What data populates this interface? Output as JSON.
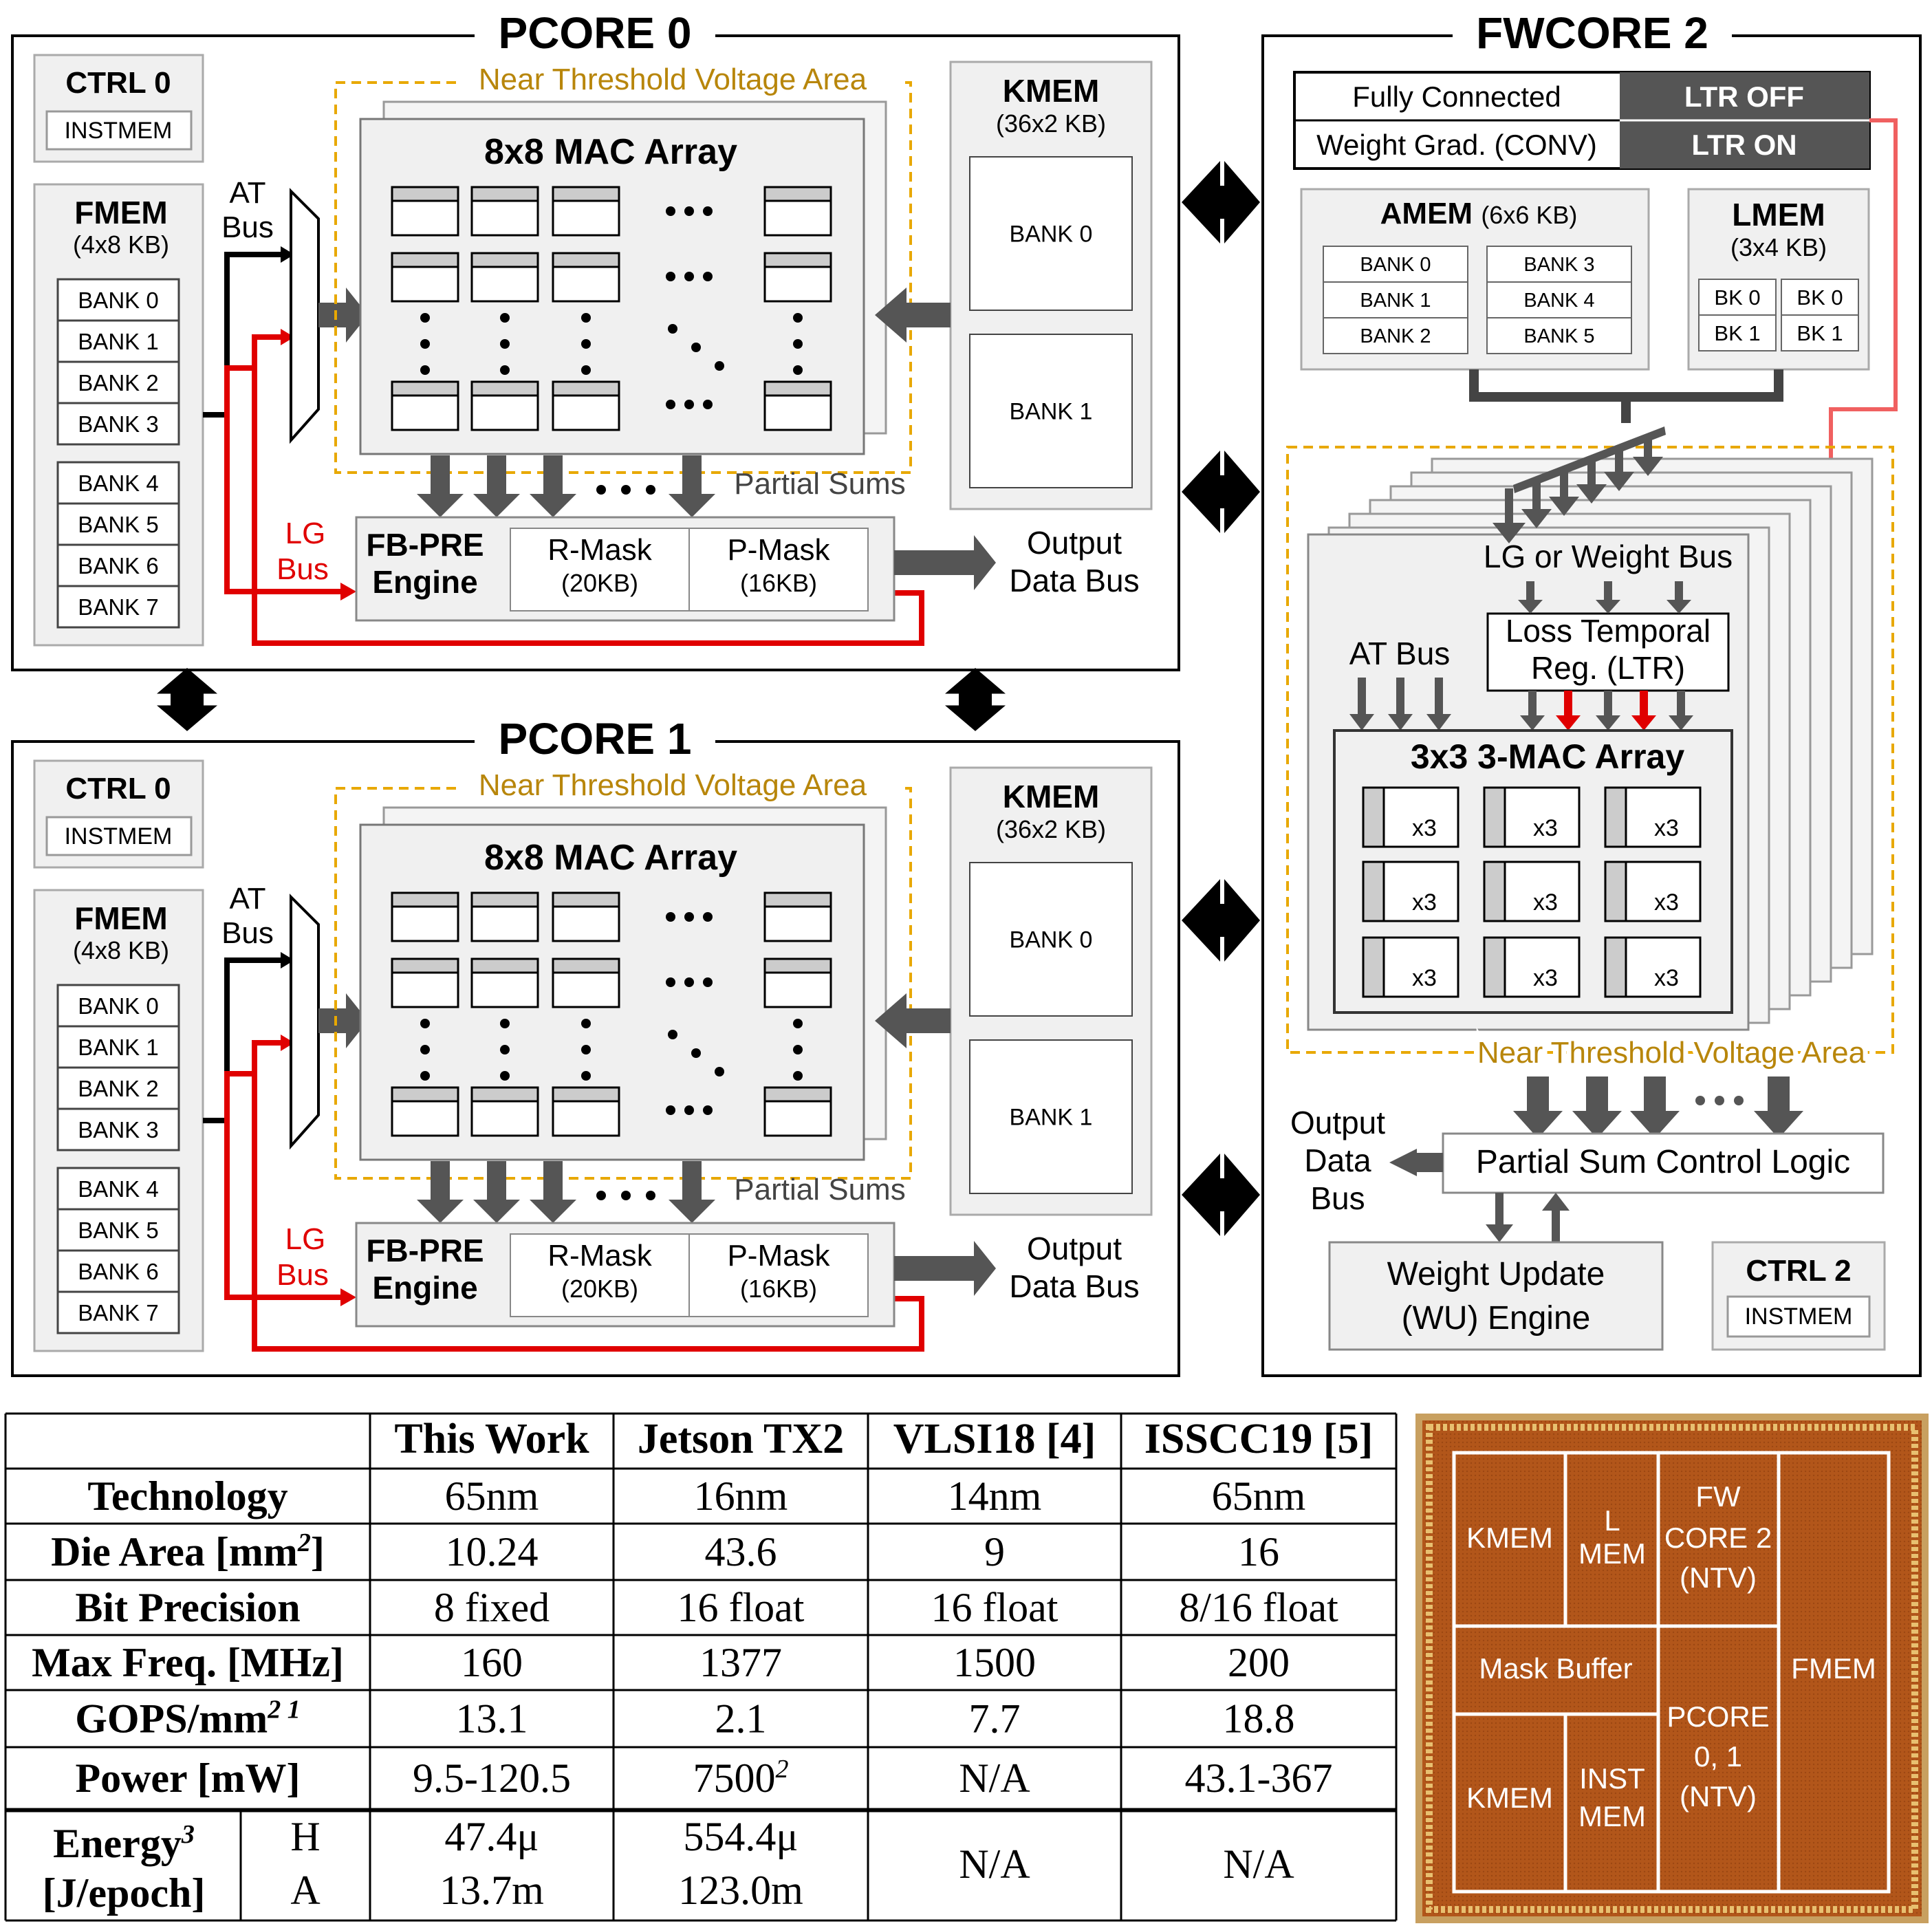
{
  "colors": {
    "ntv_border": "#e8a800",
    "ntv_text": "#b8860b",
    "red_bus": "#e00000",
    "ltr_red": "#f06060",
    "panel_gray": "#f0f0f0",
    "dark_cell": "#555555",
    "chip_bg": "#b2561a"
  },
  "pcores": [
    {
      "title": "PCORE 0",
      "ctrl": {
        "title": "CTRL 0",
        "instmem": "INSTMEM"
      },
      "fmem": {
        "title": "FMEM",
        "size": "(4x8 KB)",
        "banks": [
          "BANK 0",
          "BANK 1",
          "BANK 2",
          "BANK 3",
          "BANK 4",
          "BANK 5",
          "BANK 6",
          "BANK 7"
        ]
      },
      "at_bus": [
        "AT",
        "Bus"
      ],
      "lg_bus": [
        "LG",
        "Bus"
      ],
      "ntv": "Near Threshold Voltage Area",
      "mac": "8x8 MAC Array",
      "partial_sums": "Partial Sums",
      "fbpre": [
        "FB-PRE",
        "Engine"
      ],
      "rmask": [
        "R-Mask",
        "(20KB)"
      ],
      "pmask": [
        "P-Mask",
        "(16KB)"
      ],
      "output_bus": [
        "Output",
        "Data Bus"
      ],
      "kmem": {
        "title": "KMEM",
        "size": "(36x2 KB)",
        "banks": [
          "BANK 0",
          "BANK 1"
        ]
      }
    },
    {
      "title": "PCORE 1",
      "ctrl": {
        "title": "CTRL 0",
        "instmem": "INSTMEM"
      },
      "fmem": {
        "title": "FMEM",
        "size": "(4x8 KB)",
        "banks": [
          "BANK 0",
          "BANK 1",
          "BANK 2",
          "BANK 3",
          "BANK 4",
          "BANK 5",
          "BANK 6",
          "BANK 7"
        ]
      },
      "at_bus": [
        "AT",
        "Bus"
      ],
      "lg_bus": [
        "LG",
        "Bus"
      ],
      "ntv": "Near Threshold Voltage Area",
      "mac": "8x8 MAC Array",
      "partial_sums": "Partial Sums",
      "fbpre": [
        "FB-PRE",
        "Engine"
      ],
      "rmask": [
        "R-Mask",
        "(20KB)"
      ],
      "pmask": [
        "P-Mask",
        "(16KB)"
      ],
      "output_bus": [
        "Output",
        "Data Bus"
      ],
      "kmem": {
        "title": "KMEM",
        "size": "(36x2 KB)",
        "banks": [
          "BANK 0",
          "BANK 1"
        ]
      }
    }
  ],
  "fwcore": {
    "title": "FWCORE 2",
    "modes": [
      {
        "label": "Fully Connected",
        "state": "LTR OFF"
      },
      {
        "label": "Weight Grad. (CONV)",
        "state": "LTR ON"
      }
    ],
    "amem": {
      "title": "AMEM",
      "size": "(6x6 KB)",
      "banks": [
        "BANK 0",
        "BANK 1",
        "BANK 2",
        "BANK 3",
        "BANK 4",
        "BANK 5"
      ]
    },
    "lmem": {
      "title": "LMEM",
      "size": "(3x4 KB)",
      "banks": [
        "BK 0",
        "BK 0",
        "BK 1",
        "BK 1"
      ]
    },
    "lg_weight_bus": "LG or Weight Bus",
    "at_bus": "AT Bus",
    "ltr": [
      "Loss Temporal",
      "Reg. (LTR)"
    ],
    "mac": "3x3 3-MAC Array",
    "cell": "x3",
    "ntv": "Near Threshold Voltage Area",
    "psum_logic": "Partial Sum Control Logic",
    "output_bus": [
      "Output",
      "Data",
      "Bus"
    ],
    "wu": [
      "Weight Update",
      "(WU) Engine"
    ],
    "ctrl": {
      "title": "CTRL 2",
      "instmem": "INSTMEM"
    }
  },
  "table": {
    "headers": [
      "",
      "This Work",
      "Jetson TX2",
      "VLSI18 [4]",
      "ISSCC19 [5]"
    ],
    "rows": [
      {
        "label": "Technology",
        "values": [
          "65nm",
          "16nm",
          "14nm",
          "65nm"
        ]
      },
      {
        "label": "Die Area [mm",
        "label_sup": "2",
        "label_tail": "]",
        "values": [
          "10.24",
          "43.6",
          "9",
          "16"
        ]
      },
      {
        "label": "Bit Precision",
        "values": [
          "8 fixed",
          "16 float",
          "16 float",
          "8/16 float"
        ]
      },
      {
        "label": "Max Freq. [MHz]",
        "values": [
          "160",
          "1377",
          "1500",
          "200"
        ]
      },
      {
        "label": "GOPS/mm",
        "label_sup": "2 1",
        "values": [
          "13.1",
          "2.1",
          "7.7",
          "18.8"
        ]
      },
      {
        "label": "Power [mW]",
        "values": [
          "9.5-120.5",
          "7500",
          "N/A",
          "43.1-367"
        ],
        "value_sup": [
          "",
          "2",
          "",
          ""
        ]
      }
    ],
    "energy": {
      "label": "Energy",
      "label_sup": "3",
      "label2": "[J/epoch]",
      "modes": [
        "H",
        "A"
      ],
      "this_work": [
        "47.4μ",
        "13.7m"
      ],
      "jetson": [
        "554.4μ",
        "123.0m"
      ],
      "vlsi": "N/A",
      "isscc": "N/A"
    }
  },
  "die": {
    "blocks": {
      "kmem_top": "KMEM",
      "lmem": [
        "L",
        "MEM"
      ],
      "fwcore": [
        "FW",
        "CORE 2",
        "(NTV)"
      ],
      "mask": "Mask Buffer",
      "fmem": "FMEM",
      "pcore": [
        "PCORE",
        "0, 1",
        "(NTV)"
      ],
      "kmem_bot": "KMEM",
      "instmem": [
        "INST",
        "MEM"
      ]
    }
  }
}
